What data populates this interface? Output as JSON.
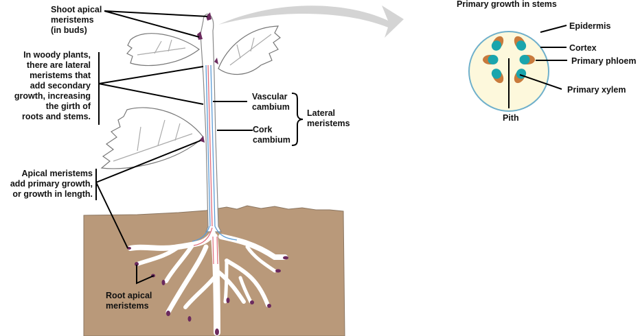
{
  "colors": {
    "soil": "#b9997a",
    "soil_edge": "#8a7560",
    "meristem": "#6b2a5e",
    "stem_outline": "#888888",
    "vascular_blue": "#5b9bd5",
    "vascular_red": "#e06a7a",
    "arrow": "#d4d4d4",
    "section_fill": "#fdf8dc",
    "section_border": "#6fb0cb",
    "xylem": "#1aa5ad",
    "phloem": "#c87a3c"
  },
  "labels": {
    "shoot_apical": "Shoot apical\nmeristems\n(in buds)",
    "woody_plants": "In woody plants,\nthere are lateral\nmeristems that\nadd secondary\ngrowth, increasing\nthe girth of\nroots and stems.",
    "apical_meristems": "Apical meristems\nadd primary growth,\nor growth in length.",
    "vascular_cambium": "Vascular\ncambium",
    "cork_cambium": "Cork\ncambium",
    "lateral_meristems": "Lateral\nmeristems",
    "root_apical": "Root apical\nmeristems"
  },
  "cross_section": {
    "title": "Primary growth in stems",
    "epidermis": "Epidermis",
    "cortex": "Cortex",
    "primary_phloem": "Primary phloem",
    "primary_xylem": "Primary xylem",
    "pith": "Pith"
  }
}
